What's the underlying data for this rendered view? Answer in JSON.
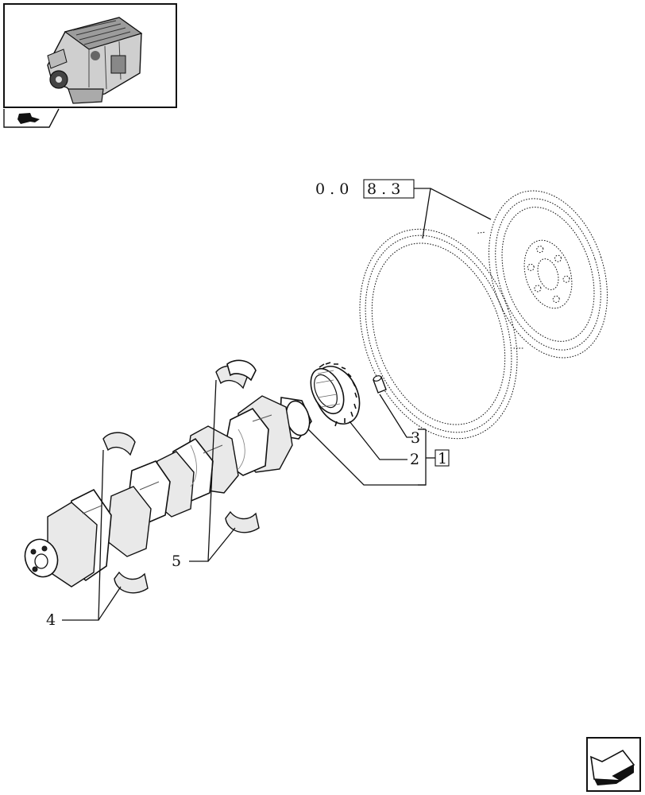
{
  "reference_group": {
    "prefix": "0 . 0",
    "boxed": "8 . 3"
  },
  "callouts": {
    "part_2": "2",
    "part_3": "3",
    "part_4": "4",
    "part_5": "5",
    "group_box": "1"
  },
  "icons": {
    "thumbnail": "engine-thumbnail-icon",
    "flag": "book-flag-icon",
    "nav": "next-page-arrow-icon"
  }
}
